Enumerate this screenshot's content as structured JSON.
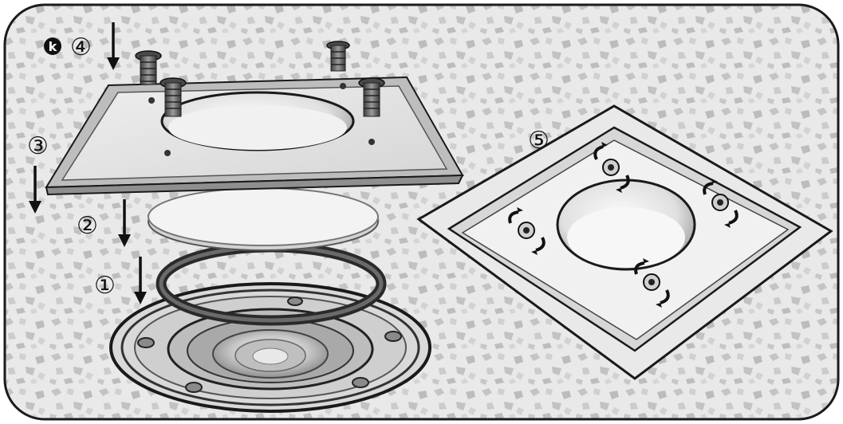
{
  "labels": {
    "k_badge": "k",
    "step_1": "①",
    "step_2": "②",
    "step_3": "③",
    "step_4": "④",
    "step_5": "⑤"
  },
  "colors": {
    "frame": "#222222",
    "floor": "#e6e6e6",
    "floor_speckle": "#bdbdbd",
    "plate": "#e3e3e3",
    "plate_edge": "#9a9a9a",
    "screw": "#5a5a5a",
    "gasket": "#4a4a4a",
    "outline": "#1a1a1a"
  },
  "icons": [
    "down-arrow-icon",
    "screw-icon",
    "rotate-arrows-icon",
    "drain-body-icon",
    "gasket-ring-icon",
    "seal-disc-icon",
    "drain-plate-icon"
  ]
}
